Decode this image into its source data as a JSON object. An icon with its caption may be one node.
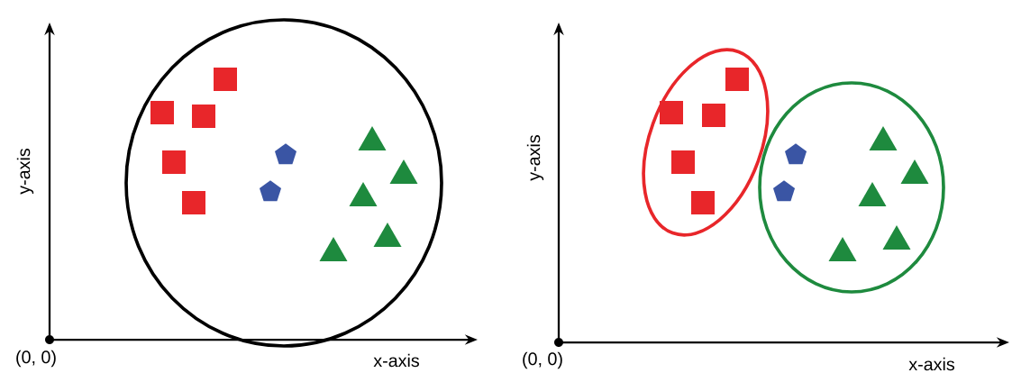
{
  "diagram": {
    "labels": [
      "y-axis",
      "(0, 0)",
      "x-axis",
      "y-axis",
      "(0, 0)",
      "x-axis"
    ]
  }
}
